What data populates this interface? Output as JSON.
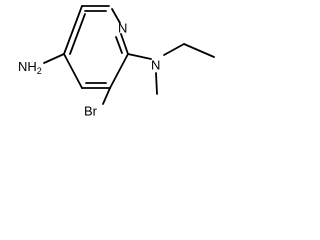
{
  "atoms": {
    "ring_n": "N",
    "amine_n": "N",
    "nh2_main": "NH",
    "nh2_sub": "2",
    "bromo": "Br"
  }
}
